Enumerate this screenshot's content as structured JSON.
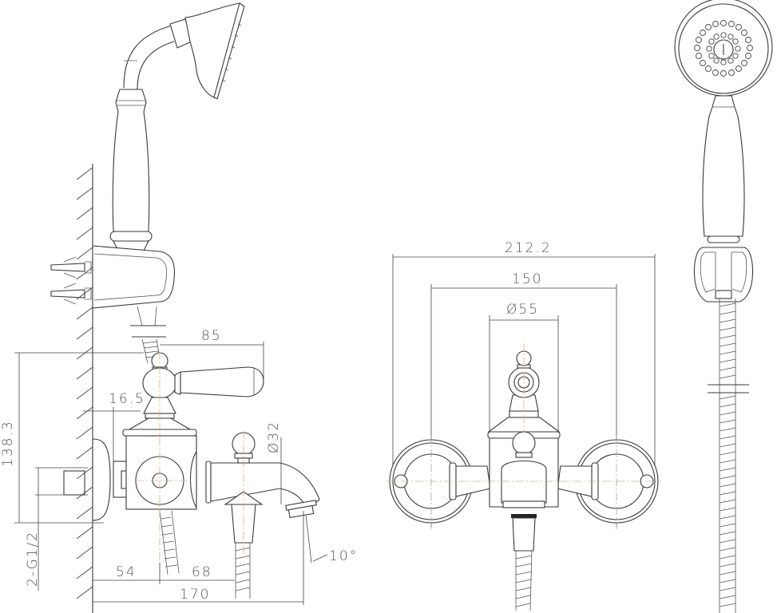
{
  "drawing": {
    "title": "Wall-mounted bath/shower mixer with hand shower – technical drawing",
    "views": [
      "side-view",
      "front-view",
      "hand-shower-side-view"
    ],
    "colors": {
      "line": "#3a3a3a",
      "centerline": "#d9a98a",
      "dimension_text": "#555555",
      "background": "#ffffff"
    }
  },
  "dimensions": {
    "handle_reach": "85",
    "wall_offset": "16.5",
    "spout_diameter": "Ø32",
    "overall_height": "138.3",
    "thread": "2-G1/2",
    "wall_to_inlet": "54",
    "inlet_to_outlet": "68",
    "overall_depth": "170",
    "spout_angle": "10°",
    "overall_width": "212.2",
    "inlet_centers": "150",
    "body_diameter": "Ø55"
  }
}
